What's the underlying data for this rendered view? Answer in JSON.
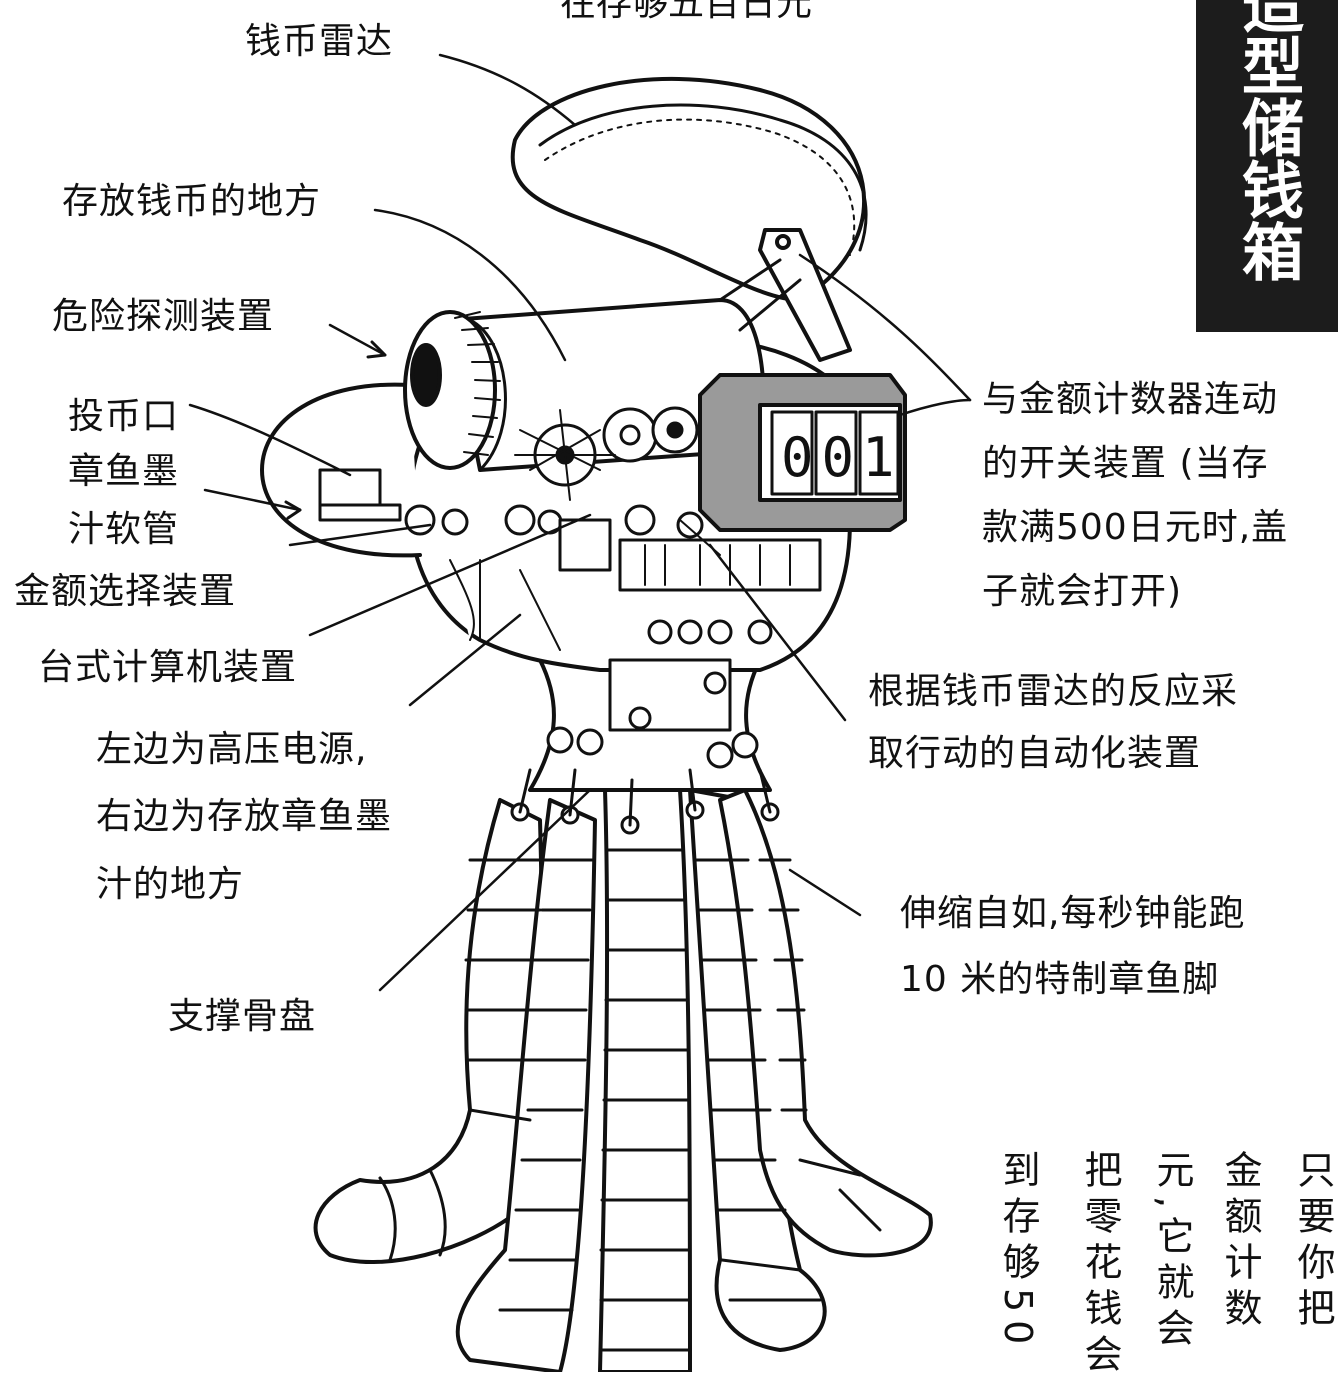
{
  "header": {
    "partial_title": "在存够五百日元",
    "side_banner": "造型储钱箱"
  },
  "labels": {
    "coin_radar": "钱币雷达",
    "coin_storage": "存放钱币的地方",
    "danger_detector": "危险探测装置",
    "coin_slot": "投币口",
    "ink_hose_1": "章鱼墨",
    "ink_hose_2": "汁软管",
    "amount_selector": "金额选择装置",
    "calculator": "台式计算机装置",
    "power_1": "左边为高压电源,",
    "power_2": "右边为存放章鱼墨",
    "power_3": "汁的地方",
    "support_plate": "支撑骨盘",
    "switch_1": "与金额计数器连动",
    "switch_2": "的开关装置 (当存",
    "switch_3": "款满500日元时,盖",
    "switch_4": "子就会打开)",
    "auto_1": "根据钱币雷达的反应采",
    "auto_2": "取行动的自动化装置",
    "legs_1": "伸缩自如,每秒钟能跑",
    "legs_2": "10 米的特制章鱼脚"
  },
  "counter_digits": "001",
  "vertical_text": [
    "只要你把",
    "金额计数",
    "元,它就会",
    "把零花钱会",
    "到存够50"
  ]
}
